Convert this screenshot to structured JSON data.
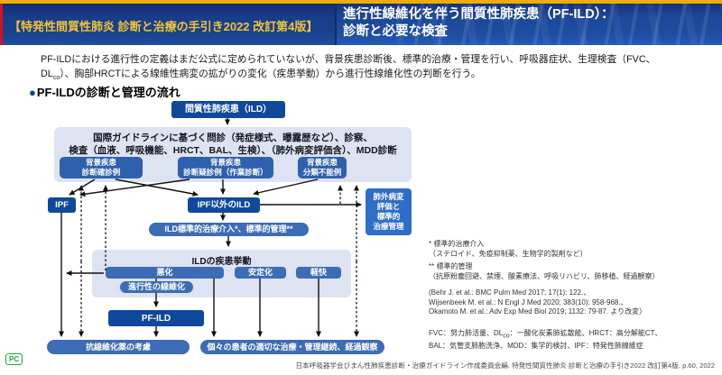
{
  "colors": {
    "header_blue": "#1E4CA0",
    "gold": "#EDAD0B",
    "red": "#D8101E",
    "node_dark": "#10499C",
    "node_mid": "#2E60AE",
    "node_light": "#3C6CB5",
    "node_bright": "#2E6EC6",
    "panel": "#DDE3F1",
    "logo_green": "#1FA33C"
  },
  "header": {
    "left_title": "【特発性間質性肺炎 診断と治療の手引き2022 改訂第4版】",
    "right_title1": "進行性線維化を伴う間質性肺疾患（PF-ILD）：",
    "right_title2": "診断と必要な検査"
  },
  "intro": {
    "l1": "PF-ILDにおける進行性の定義はまだ公式に定められていないが、背景疾患診断後、標準的治療・管理を行い、呼吸器症状、生理検査（FVC、",
    "l2a": "DL",
    "l2sub": "co",
    "l2b": "）、胸部HRCTによる線維性病変の拡がりの変化（疾患挙動）から進行性線維化性の判断を行う。"
  },
  "section": {
    "bullet": "●",
    "title": "PF-ILDの診断と管理の流れ"
  },
  "flow": {
    "ild": "間質性肺疾患（ILD）",
    "guideline1": "国際ガイドラインに基づく問診（発症様式、曝露歴など）、診察、",
    "guideline2": "検査（血液、呼吸機能、HRCT、BAL、生検）、（肺外病変評価含）、MDD診断",
    "confirmed1": "背景疾患",
    "confirmed2": "診断確診例",
    "suspected1": "背景疾患",
    "suspected2": "診断疑診例（作業診断）",
    "unclass1": "背景疾患",
    "unclass2": "分類不能例",
    "ipf": "IPF",
    "non_ipf": "IPF以外のILD",
    "extra1": "肺外病変",
    "extra2": "評価と",
    "extra3": "標準的",
    "extra4": "治療管理",
    "standard": "ILD標準的治療介入*、標準的管理**",
    "behavior": "ILDの疾患挙動",
    "worsening": "悪化",
    "stable": "安定化",
    "improved": "軽快",
    "progressive": "進行性の線維化",
    "pfild": "PF-ILD",
    "antifibrotic": "抗線維化薬の考慮",
    "individual": "個々の患者の適切な治療・管理継続、経過観察"
  },
  "notes": {
    "n1_title": "* 標準的治療介入",
    "n1_body": "（ステロイド、免疫抑制薬、生物学的製剤など）",
    "n2_title": "** 標準的管理",
    "n2_body": "（抗原粉塵回避、禁煙、酸素療法、呼吸リハビリ、肺移植、経過観察）",
    "refs": [
      "(Behr J. et al.: BMC Pulm Med 2017; 17(1): 122.、",
      "Wijsenbeek M. et al.: N Engl J Med 2020; 383(10): 958-968.、",
      "Okamoto M. et al.: Adv Exp Med Biol 2019; 1132: 79-87. より改変）"
    ],
    "ab1a": "FVC：努力肺活量、DL",
    "ab1sub": "co",
    "ab1b": "：一酸化炭素肺拡散能、HRCT：高分解能CT、",
    "ab2": "BAL：気管支肺胞洗浄、MDD：集学的検討、IPF：特発性肺線維症"
  },
  "footer": {
    "citation": "日本呼吸器学会びまん性肺疾患診断・治療ガイドライン作成委員会編. 特発性間質性肺炎 診断と治療の手引き2022 改訂第4版. p.60, 2022",
    "logo": "PC"
  }
}
